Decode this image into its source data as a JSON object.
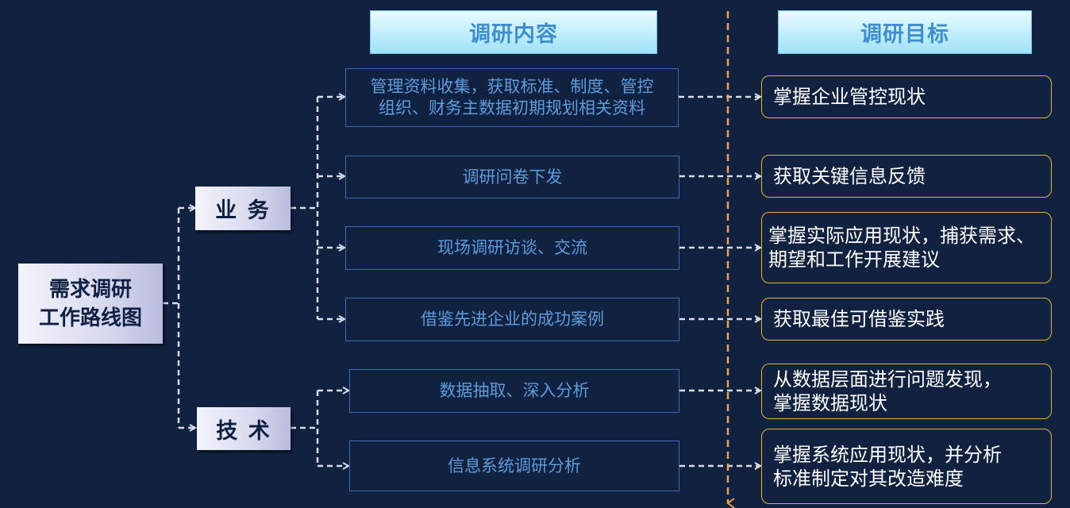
{
  "headers": {
    "content": "调研内容",
    "goal": "调研目标"
  },
  "root": {
    "line1": "需求调研",
    "line2": "工作路线图"
  },
  "categories": {
    "business": "业 务",
    "technical": "技 术"
  },
  "rows": [
    {
      "content_line1": "管理资料收集，获取标准、制度、管控",
      "content_line2": "组织、财务主数据初期规划相关资料",
      "goal_line1": "掌握企业管控现状",
      "goal_line2": ""
    },
    {
      "content_line1": "调研问卷下发",
      "content_line2": "",
      "goal_line1": "获取关键信息反馈",
      "goal_line2": ""
    },
    {
      "content_line1": "现场调研访谈、交流",
      "content_line2": "",
      "goal_line1": "掌握实际应用现状，捕获需求、",
      "goal_line2": "期望和工作开展建议"
    },
    {
      "content_line1": "借鉴先进企业的成功案例",
      "content_line2": "",
      "goal_line1": "获取最佳可借鉴实践",
      "goal_line2": ""
    },
    {
      "content_line1": "数据抽取、深入分析",
      "content_line2": "",
      "goal_line1": "从数据层面进行问题发现，",
      "goal_line2": "掌握数据现状"
    },
    {
      "content_line1": "信息系统调研分析",
      "content_line2": "",
      "goal_line1": "掌握系统应用现状，并分析",
      "goal_line2": "标准制定对其改造难度"
    }
  ],
  "colors": {
    "background": "#10223f",
    "content_border": "#3a6db3",
    "content_text": "#5d9bdc",
    "goal_border": "#e0b43a",
    "divider": "#f0a050",
    "header_text": "#3f8fd0"
  }
}
